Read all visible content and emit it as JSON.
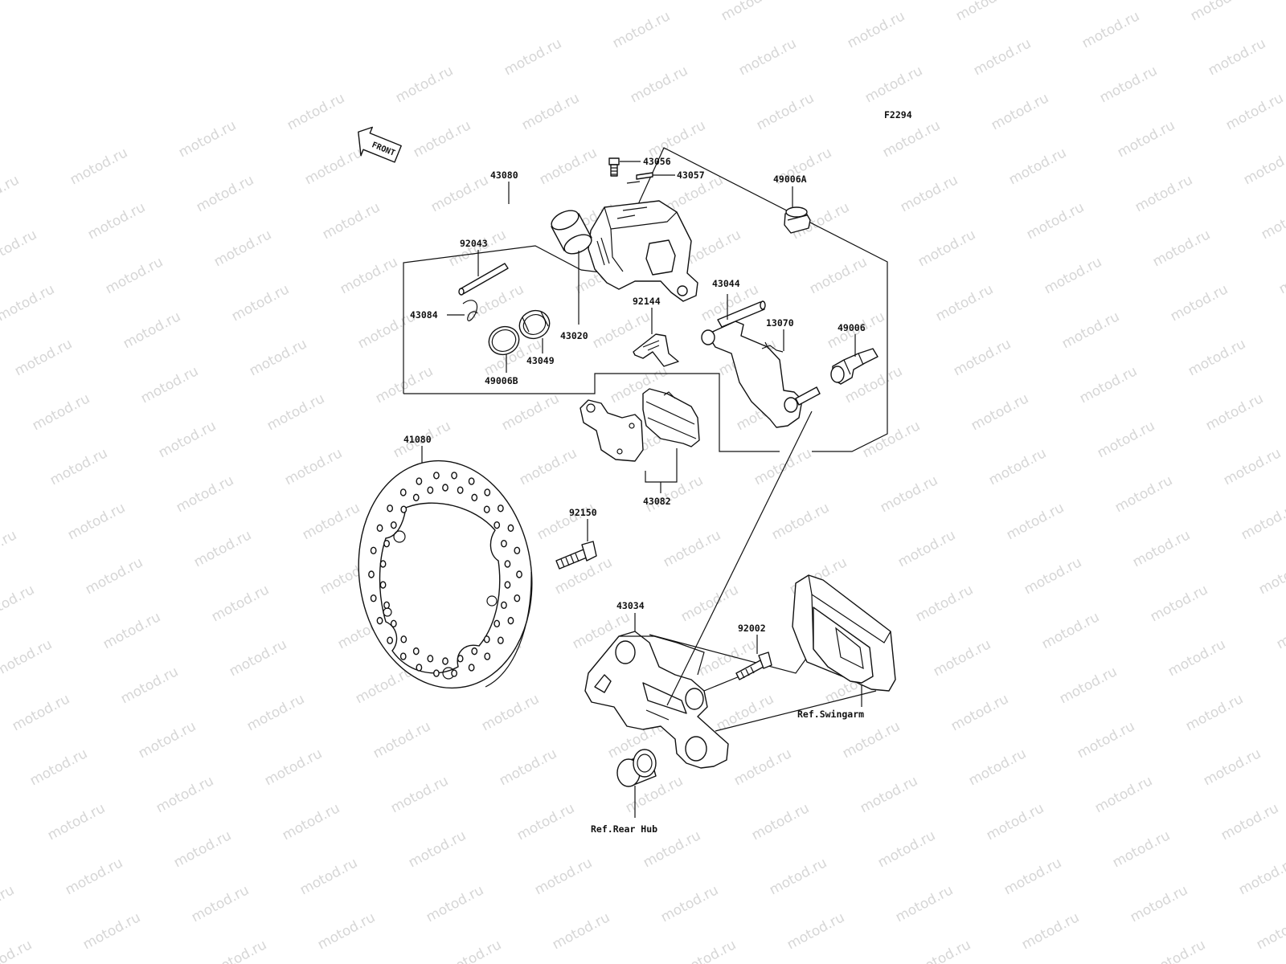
{
  "diagram_code": "F2294",
  "front_arrow_label": "FRONT",
  "watermark_text": "motod.ru",
  "labels": {
    "l43056": "43056",
    "l43057": "43057",
    "l43080": "43080",
    "l92043": "92043",
    "l49006A": "49006A",
    "l43044": "43044",
    "l92144": "92144",
    "l13070": "13070",
    "l49006": "49006",
    "l43084": "43084",
    "l43020": "43020",
    "l43049": "43049",
    "l49006B": "49006B",
    "l41080": "41080",
    "l43082": "43082",
    "l92150": "92150",
    "l43034": "43034",
    "l92002": "92002",
    "ref_swingarm": "Ref.Swingarm",
    "ref_rear_hub": "Ref.Rear Hub"
  }
}
